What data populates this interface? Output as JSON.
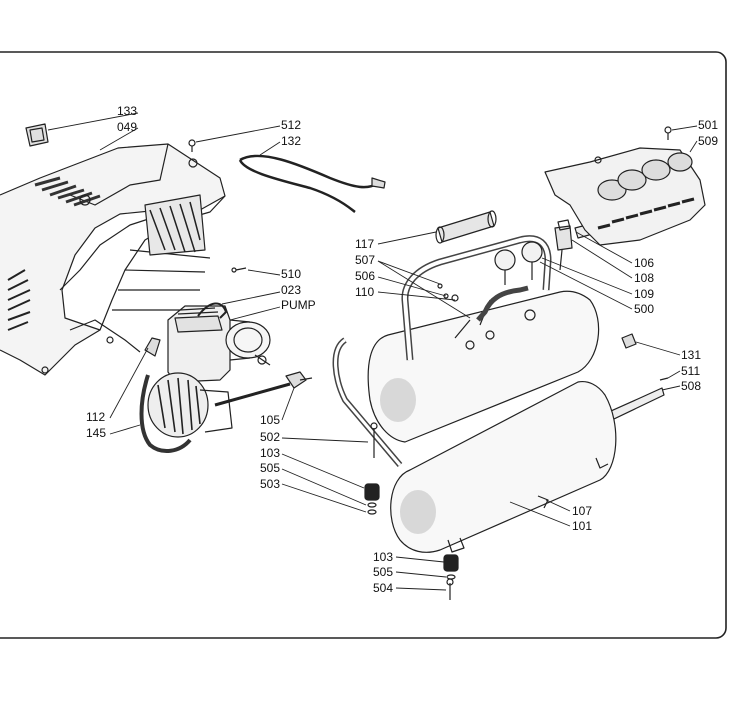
{
  "diagram": {
    "callouts": [
      {
        "id": "133",
        "label": "133"
      },
      {
        "id": "049",
        "label": "049"
      },
      {
        "id": "512",
        "label": "512"
      },
      {
        "id": "132",
        "label": "132"
      },
      {
        "id": "510",
        "label": "510"
      },
      {
        "id": "023",
        "label": "023"
      },
      {
        "id": "pump",
        "label": "PUMP"
      },
      {
        "id": "112",
        "label": "112"
      },
      {
        "id": "145",
        "label": "145"
      },
      {
        "id": "117",
        "label": "117"
      },
      {
        "id": "507",
        "label": "507"
      },
      {
        "id": "506",
        "label": "506"
      },
      {
        "id": "110",
        "label": "110"
      },
      {
        "id": "105",
        "label": "105"
      },
      {
        "id": "502a",
        "label": "502"
      },
      {
        "id": "103a",
        "label": "103"
      },
      {
        "id": "505a",
        "label": "505"
      },
      {
        "id": "503",
        "label": "503"
      },
      {
        "id": "501",
        "label": "501"
      },
      {
        "id": "509",
        "label": "509"
      },
      {
        "id": "106",
        "label": "106"
      },
      {
        "id": "108",
        "label": "108"
      },
      {
        "id": "109",
        "label": "109"
      },
      {
        "id": "500",
        "label": "500"
      },
      {
        "id": "131",
        "label": "131"
      },
      {
        "id": "511",
        "label": "511"
      },
      {
        "id": "508",
        "label": "508"
      },
      {
        "id": "107",
        "label": "107"
      },
      {
        "id": "101",
        "label": "101"
      },
      {
        "id": "103b",
        "label": "103"
      },
      {
        "id": "505b",
        "label": "505"
      },
      {
        "id": "504",
        "label": "504"
      }
    ]
  }
}
